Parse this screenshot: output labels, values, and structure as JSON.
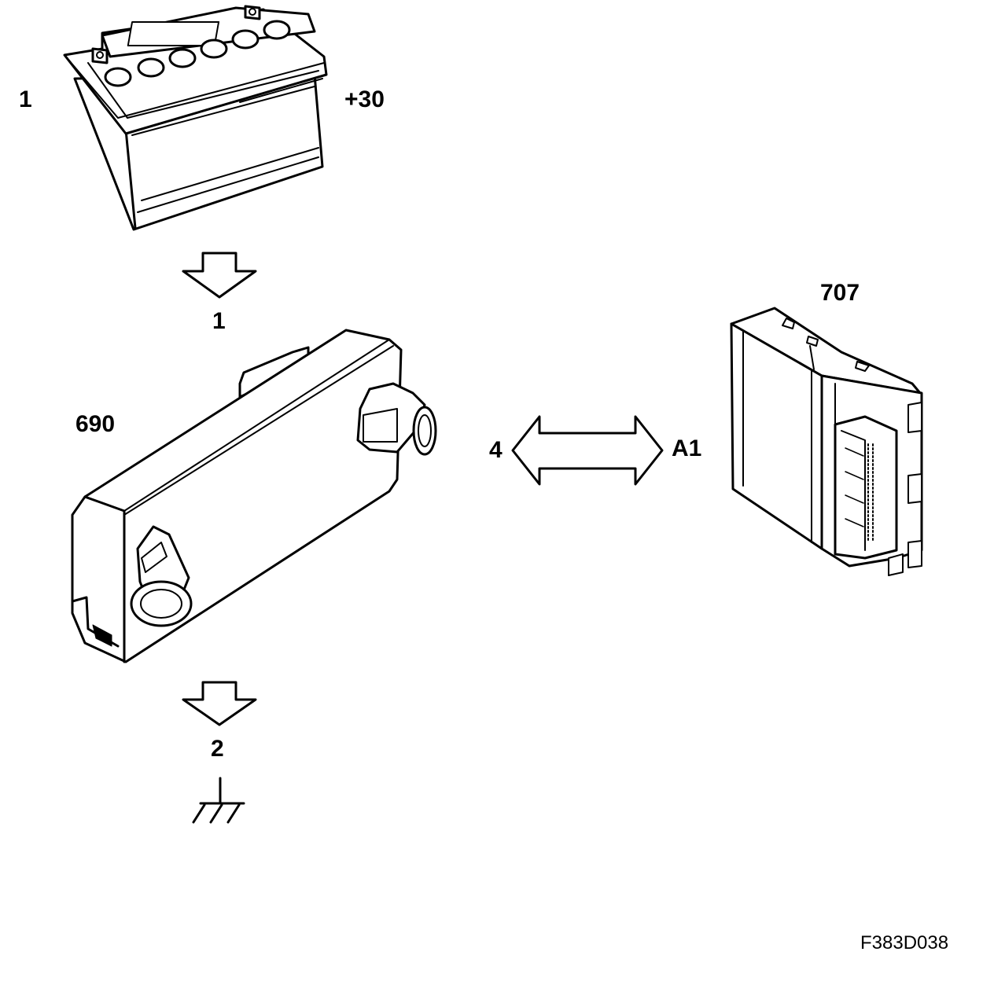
{
  "labels": {
    "battery_ref": "1",
    "battery_terminal": "+30",
    "arrow_top_pin": "1",
    "module_690": "690",
    "ground_pin": "2",
    "link_left_pin": "4",
    "link_right_pin": "A1",
    "module_707": "707"
  },
  "figure_code": "F383D038"
}
